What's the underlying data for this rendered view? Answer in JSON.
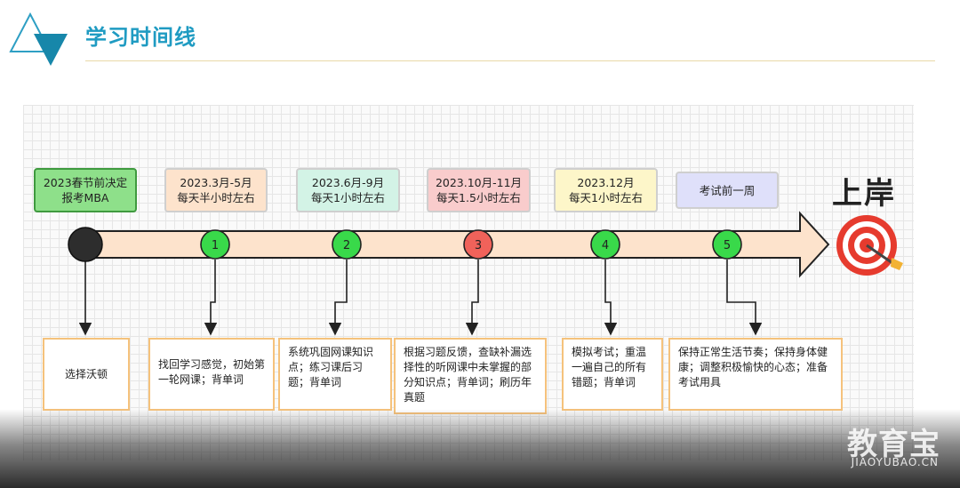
{
  "header": {
    "title": "学习时间线"
  },
  "colors": {
    "title": "#1f9bc2",
    "timeline_fill": "#fde3cc",
    "node_green": "#39d94a",
    "node_red": "#f0625a",
    "node_start": "#2d2d2d",
    "task_border": "#f5c27c"
  },
  "timeline": {
    "start": {
      "label": "2023春节前决定报考MBA",
      "lines": [
        "2023春节前决定",
        "报考MBA"
      ],
      "bg": "#8ee08a",
      "border": "#3f9a3f"
    },
    "goal": {
      "label": "上岸",
      "icon": "target-icon"
    },
    "nodes": [
      {
        "number": "1",
        "color": "green",
        "phase": {
          "lines": [
            "2023.3月-5月",
            "每天半小时左右"
          ],
          "bg": "#fde3cc"
        },
        "task": {
          "text": "找回学习感觉，初始第一轮网课；背单词"
        }
      },
      {
        "number": "2",
        "color": "green",
        "phase": {
          "lines": [
            "2023.6月-9月",
            "每天1小时左右"
          ],
          "bg": "#d3f3e6"
        },
        "task": {
          "text": "系统巩固网课知识点；练习课后习题；背单词"
        }
      },
      {
        "number": "3",
        "color": "red",
        "phase": {
          "lines": [
            "2023.10月-11月",
            "每天1.5小时左右"
          ],
          "bg": "#f9cccc"
        },
        "task": {
          "text": "根据习题反馈，查缺补漏选择性的听网课中未掌握的部分知识点；背单词；刷历年真题"
        }
      },
      {
        "number": "4",
        "color": "green",
        "phase": {
          "lines": [
            "2023.12月",
            "每天1小时左右"
          ],
          "bg": "#fdf6c9"
        },
        "task": {
          "text": "模拟考试；重温一遍自己的所有错题；背单词"
        }
      },
      {
        "number": "5",
        "color": "green",
        "phase": {
          "lines": [
            "考试前一周"
          ],
          "bg": "#dfe0fa"
        },
        "task": {
          "text": "保持正常生活节奏；保持身体健康；调整积极愉快的心态；准备考试用具"
        }
      }
    ],
    "first_task": {
      "text": "选择沃顿"
    }
  },
  "watermark": {
    "main": "教育宝",
    "sub": "JIAOYUBAO.CN"
  }
}
